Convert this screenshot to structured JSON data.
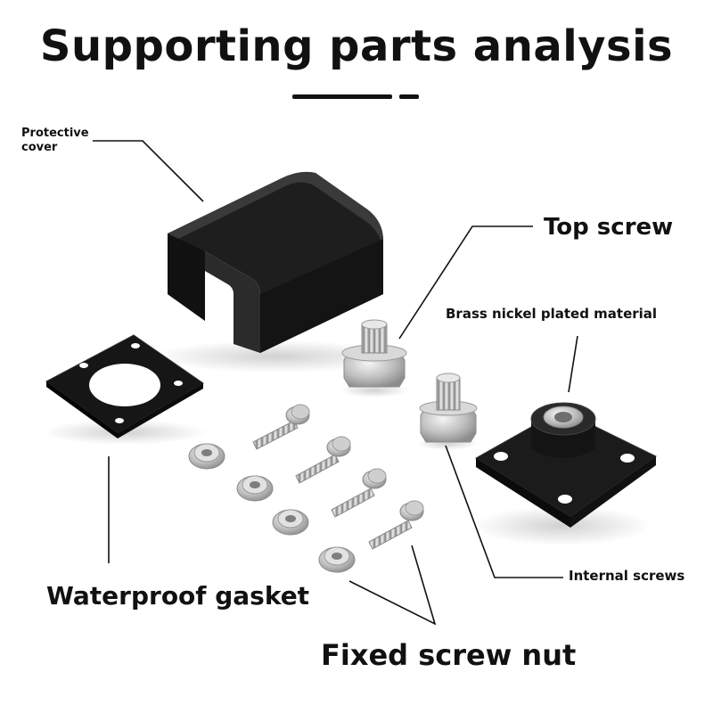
{
  "title": "Supporting parts analysis",
  "labels": {
    "protective_cover": "Protective cover",
    "top_screw": "Top screw",
    "brass_material": "Brass nickel plated material",
    "internal_screws": "Internal screws",
    "waterproof_gasket": "Waterproof gasket",
    "fixed_screw_nut": "Fixed screw nut"
  },
  "colors": {
    "text": "#111111",
    "plastic": "#1a1a1a",
    "metal": "#c9c9c9"
  }
}
